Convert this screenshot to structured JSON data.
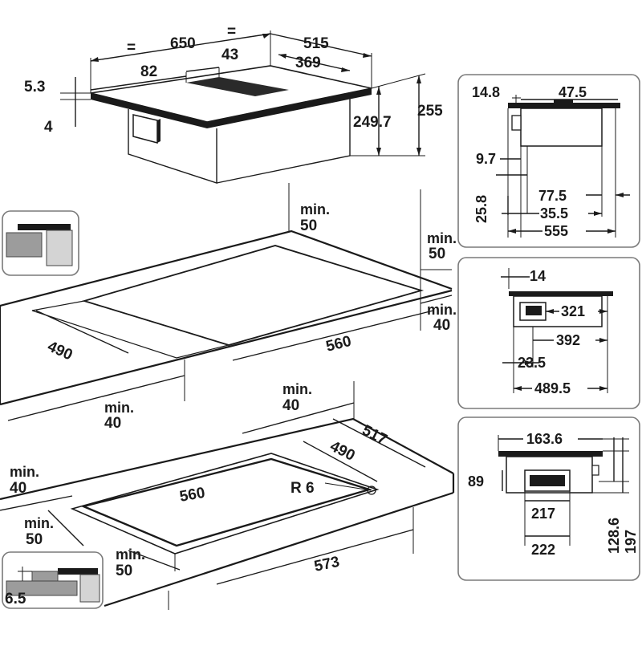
{
  "hob_top": {
    "width_equal_left": "=",
    "width_total": "650",
    "width_equal_right": "=",
    "depth_total": "515",
    "vent_offset": "82",
    "vent_width": "43",
    "body_depth": "369",
    "glass_offset": "5.3",
    "glass_thickness": "4",
    "body_height": "249.7",
    "total_height": "255"
  },
  "side_view_1": {
    "dim_a": "14.8",
    "dim_b": "47.5",
    "dim_c": "9.7",
    "dim_d": "25.8",
    "dim_e": "77.5",
    "dim_f": "35.5",
    "dim_g": "555"
  },
  "side_view_2": {
    "dim_a": "14",
    "dim_b": "321",
    "dim_c": "392",
    "dim_d": "23.5",
    "dim_e": "489.5"
  },
  "side_view_3": {
    "dim_a": "163.6",
    "dim_b": "89",
    "dim_c": "217",
    "dim_d": "222",
    "dim_e": "128.6",
    "dim_f": "197"
  },
  "worktop_flush_cutout": {
    "clearance_back_label": "min.",
    "clearance_back": "50",
    "clearance_side_label": "min.",
    "clearance_side": "50",
    "clearance_front_label": "min.",
    "clearance_front": "40",
    "cutout_depth": "490",
    "cutout_width": "560",
    "clearance_left_label": "min.",
    "clearance_left": "40"
  },
  "worktop_recessed_cutout": {
    "clearance_back_label": "min.",
    "clearance_back": "40",
    "outer_depth": "517",
    "inner_depth": "490",
    "corner_radius": "R 6",
    "inner_width": "560",
    "outer_width": "573",
    "clearance_left_label": "min.",
    "clearance_left": "40",
    "clearance_side_label": "min.",
    "clearance_side": "50",
    "clearance_front_label": "min.",
    "clearance_front": "50"
  },
  "recess_detail": {
    "depth": "6.5"
  }
}
